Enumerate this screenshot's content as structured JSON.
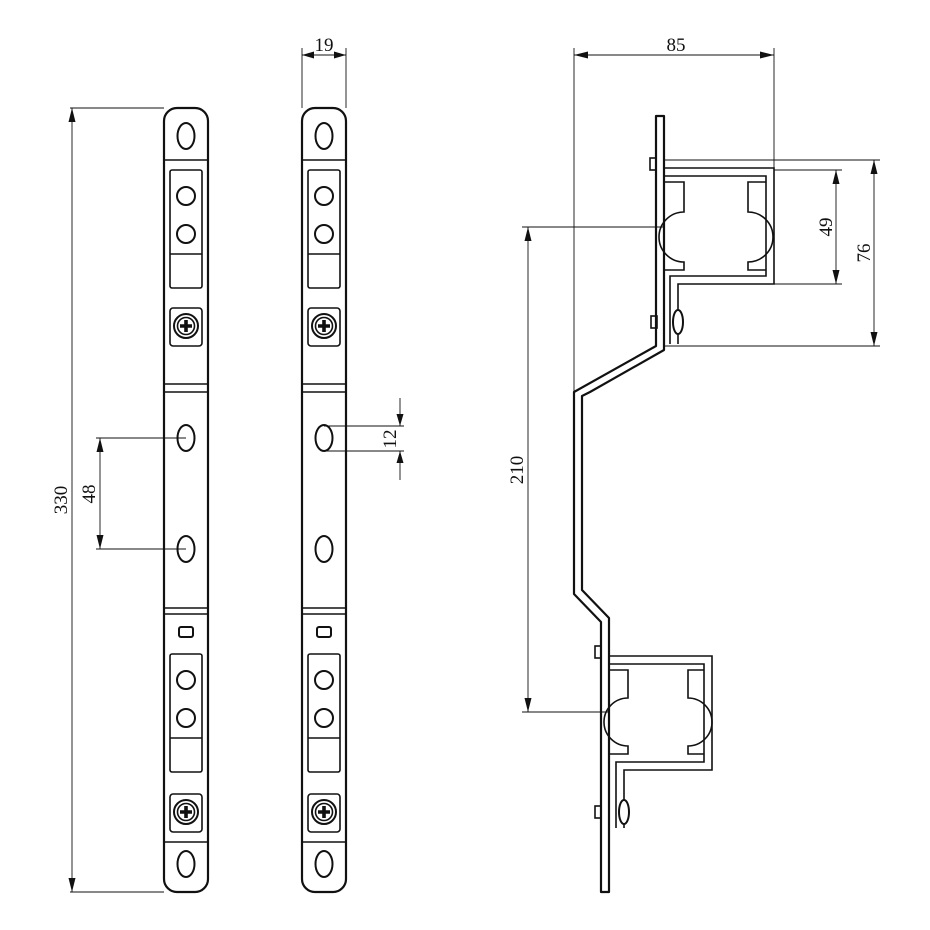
{
  "dimensions": {
    "total_length": "330",
    "slot_spacing": "48",
    "bar_width": "19",
    "slot_length": "12",
    "overall_depth": "85",
    "clamp_inner": "49",
    "clamp_outer": "76",
    "clamp_spacing": "210"
  },
  "colors": {
    "line": "#111111",
    "background": "#ffffff"
  },
  "icons": {
    "screw": "phillips-screw-icon"
  }
}
